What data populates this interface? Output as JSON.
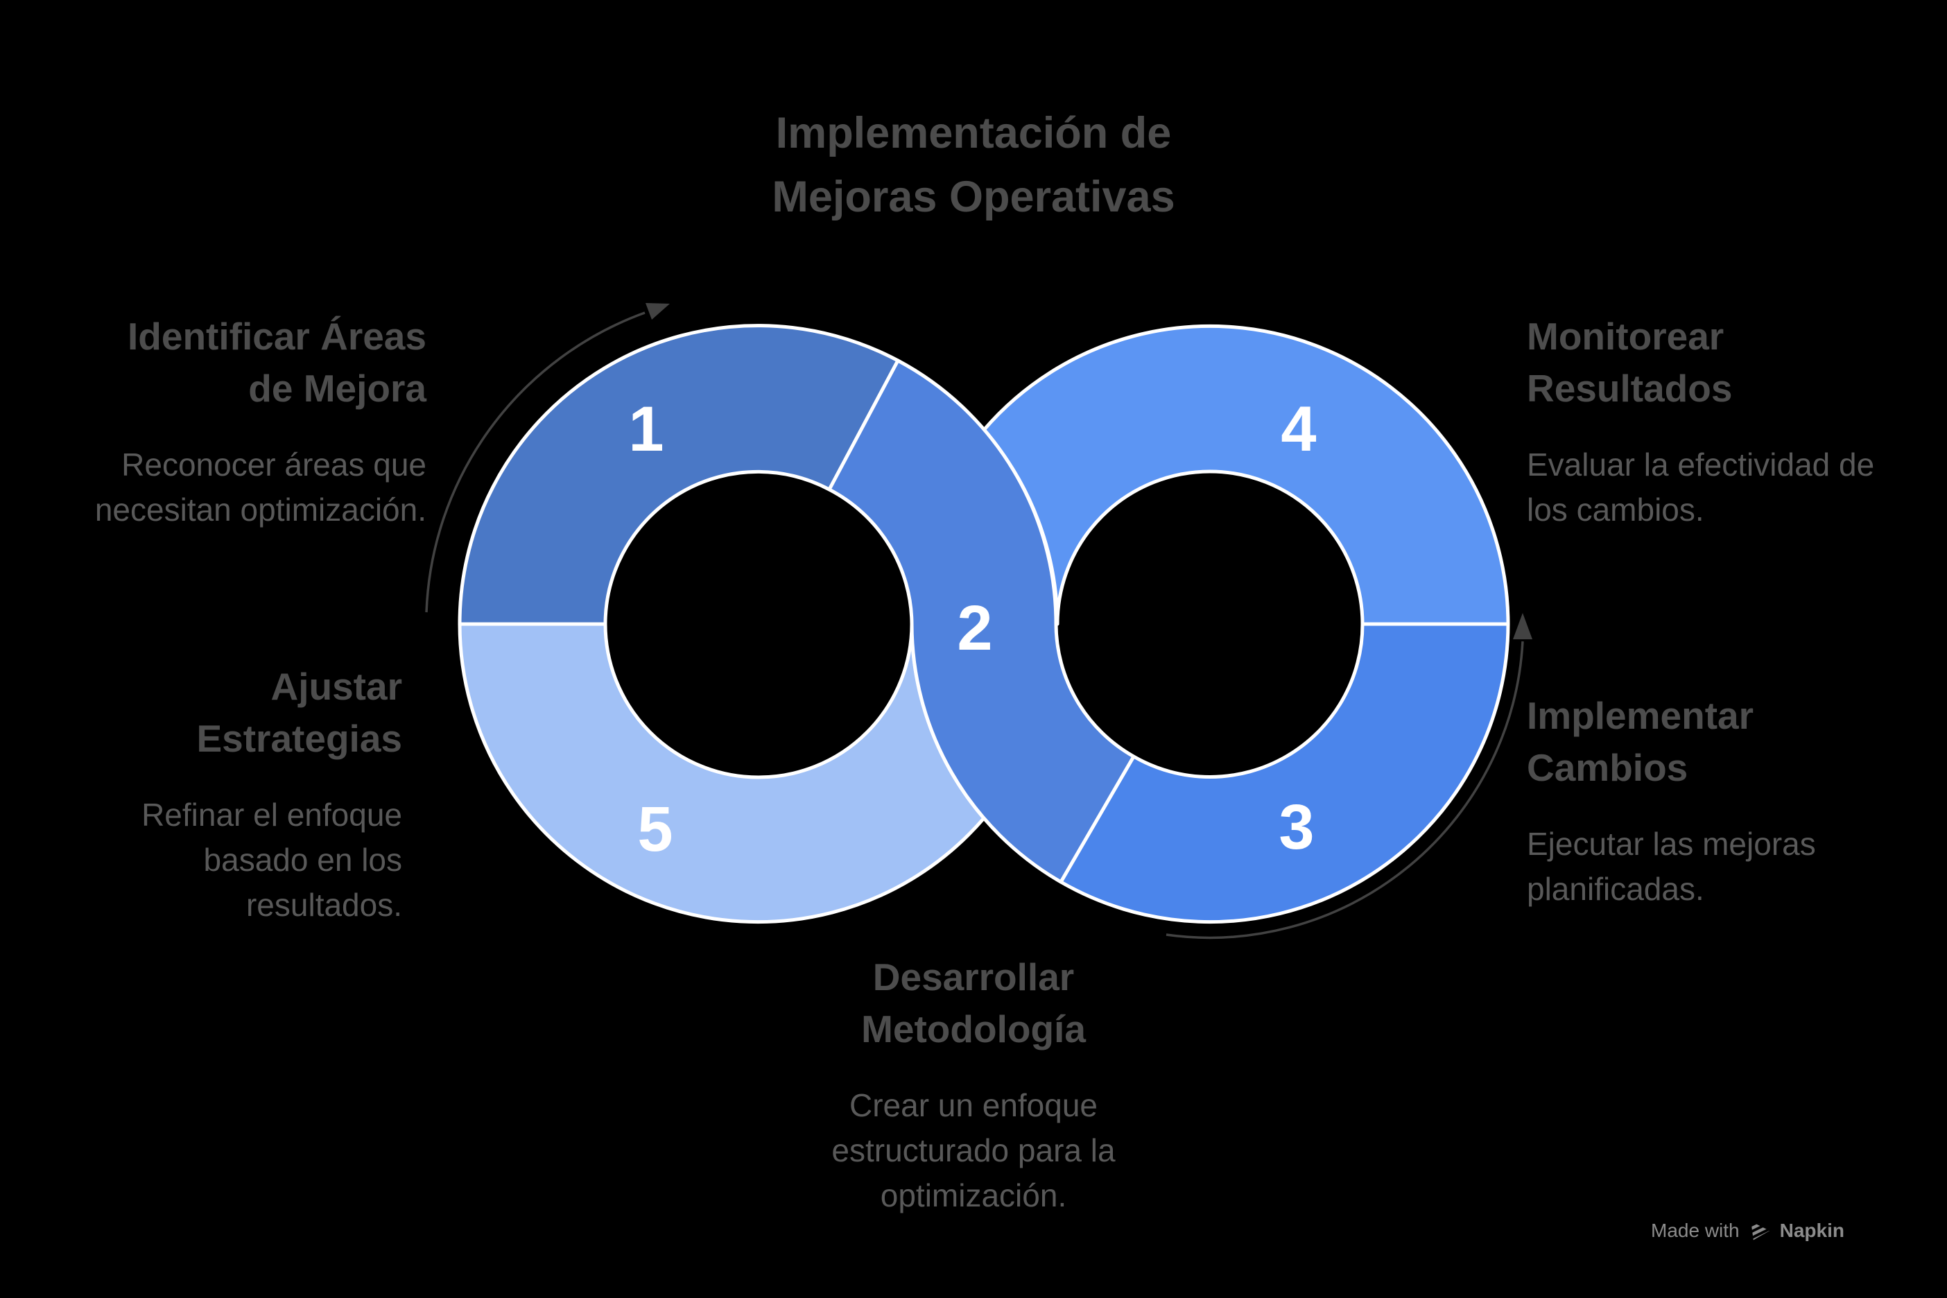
{
  "diagram": {
    "title_lines": [
      "Implementación de",
      "Mejoras Operativas"
    ]
  },
  "colors": {
    "background": "#000000",
    "segment_stroke": "#ffffff",
    "number_text": "#ffffff",
    "title_text": "#4c4c4c",
    "heading_text": "#4d4d4d",
    "body_text": "#595959",
    "arrow": "#424242",
    "watermark_text": "#8c8c8c"
  },
  "segments": [
    {
      "number": "1",
      "color": "#4a78c6"
    },
    {
      "number": "2",
      "color": "#5082dd"
    },
    {
      "number": "3",
      "color": "#4b85eb"
    },
    {
      "number": "4",
      "color": "#5c95f3"
    },
    {
      "number": "5",
      "color": "#a1c1f6"
    }
  ],
  "steps": [
    {
      "heading_line1": "Identificar Áreas",
      "heading_line2": "de Mejora",
      "body_line1": "Reconocer áreas que",
      "body_line2": "necesitan optimización."
    },
    {
      "heading_line1": "Desarrollar",
      "heading_line2": "Metodología",
      "body_line1": "Crear un enfoque",
      "body_line2": "estructurado para la",
      "body_line3": "optimización."
    },
    {
      "heading_line1": "Implementar",
      "heading_line2": "Cambios",
      "body_line1": "Ejecutar las mejoras",
      "body_line2": "planificadas."
    },
    {
      "heading_line1": "Monitorear",
      "heading_line2": "Resultados",
      "body_line1": "Evaluar la efectividad de",
      "body_line2": "los cambios."
    },
    {
      "heading_line1": "Ajustar",
      "heading_line2": "Estrategias",
      "body_line1": "Refinar el enfoque",
      "body_line2": "basado en los",
      "body_line3": "resultados."
    }
  ],
  "watermark": {
    "prefix": "Made with",
    "brand": "Napkin"
  }
}
